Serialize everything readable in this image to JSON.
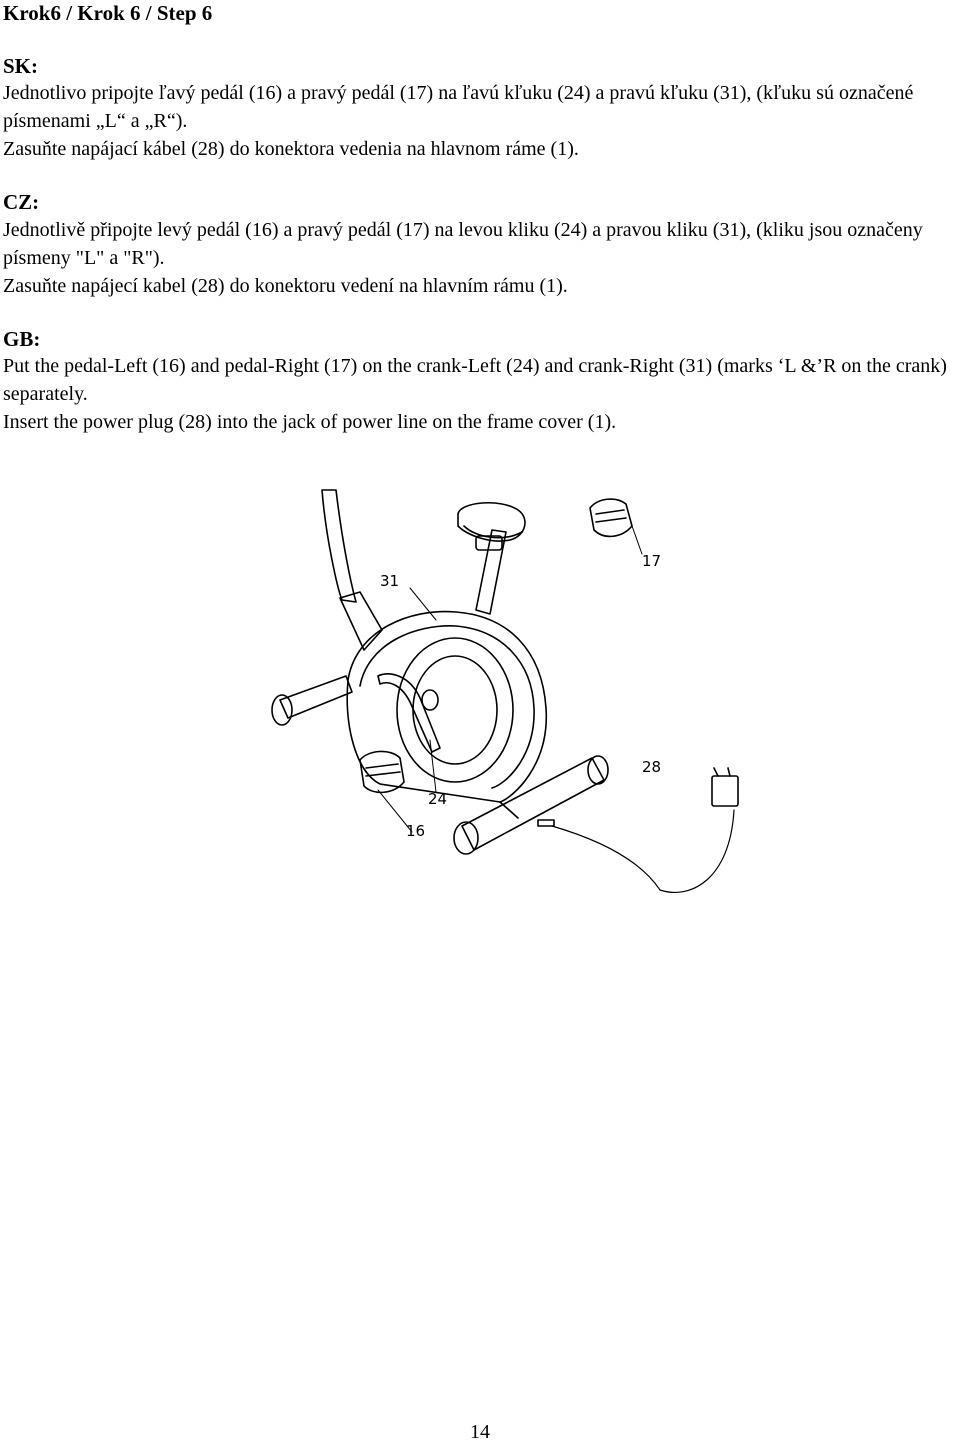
{
  "heading": "Krok6 / Krok 6 / Step 6",
  "sections": {
    "sk": {
      "label": "SK:",
      "lines": [
        "Jednotlivo pripojte ľavý pedál (16) a pravý pedál (17) na ľavú kľuku (24) a pravú kľuku (31), (kľuku sú označené písmenami „L“ a „R“).",
        "Zasuňte napájací kábel (28) do konektora vedenia na hlavnom ráme (1)."
      ]
    },
    "cz": {
      "label": "CZ:",
      "lines": [
        "Jednotlivě připojte levý pedál (16) a pravý pedál (17) na levou kliku (24) a pravou kliku (31), (kliku jsou označeny písmeny \"L\" a \"R\").",
        "Zasuňte napájecí kabel (28) do konektoru vedení na hlavním rámu (1)."
      ]
    },
    "gb": {
      "label": "GB:",
      "lines": [
        "Put the pedal-Left (16) and pedal-Right (17) on the crank-Left (24) and crank-Right (31) (marks ‘L &’R on the crank) separately.",
        "Insert the power plug (28) into the jack of power line on the frame cover (1)."
      ]
    }
  },
  "figure": {
    "callouts": {
      "c31": "31",
      "c17": "17",
      "c28": "28",
      "c24": "24",
      "c16": "16"
    }
  },
  "page_number": "14"
}
